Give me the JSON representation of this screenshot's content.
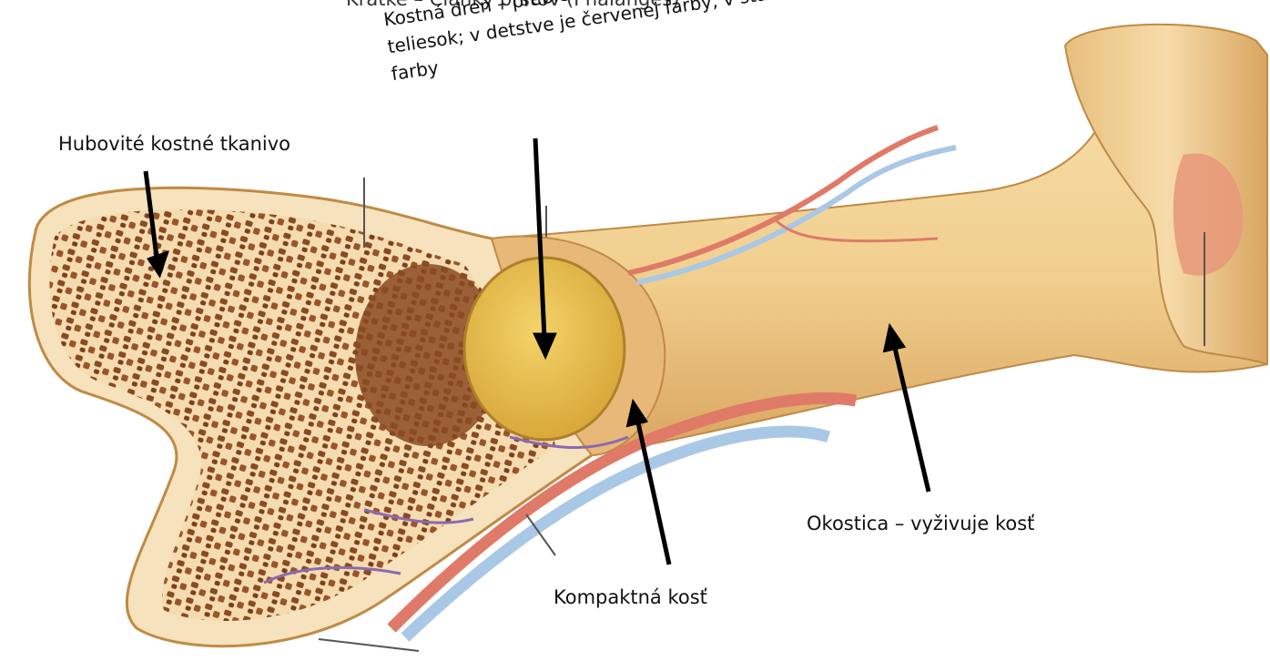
{
  "top_label_partial": "Krátke – Články prstov (Phalanges)",
  "labels": {
    "spongy": "Hubovité kostné tkanivo",
    "marrow": {
      "line1": "Kostná dreň – prebieha tam tvorba krvných",
      "line2": "teliesok; v detstve je červenej farby, v starobe žltej",
      "line3": "farby"
    },
    "compact": "Kompaktná kosť",
    "periosteum": "Okostica – vyživuje kosť"
  },
  "colors": {
    "bone": "#f2d39a",
    "bone_dark": "#d9a560",
    "spongy_pores": "#8a4a22",
    "artery": "#e07a68",
    "vein": "#a9c8e6",
    "marrow": "#e9c24a",
    "cartilage_pink": "#e89a7a",
    "arrow": "#000000"
  }
}
